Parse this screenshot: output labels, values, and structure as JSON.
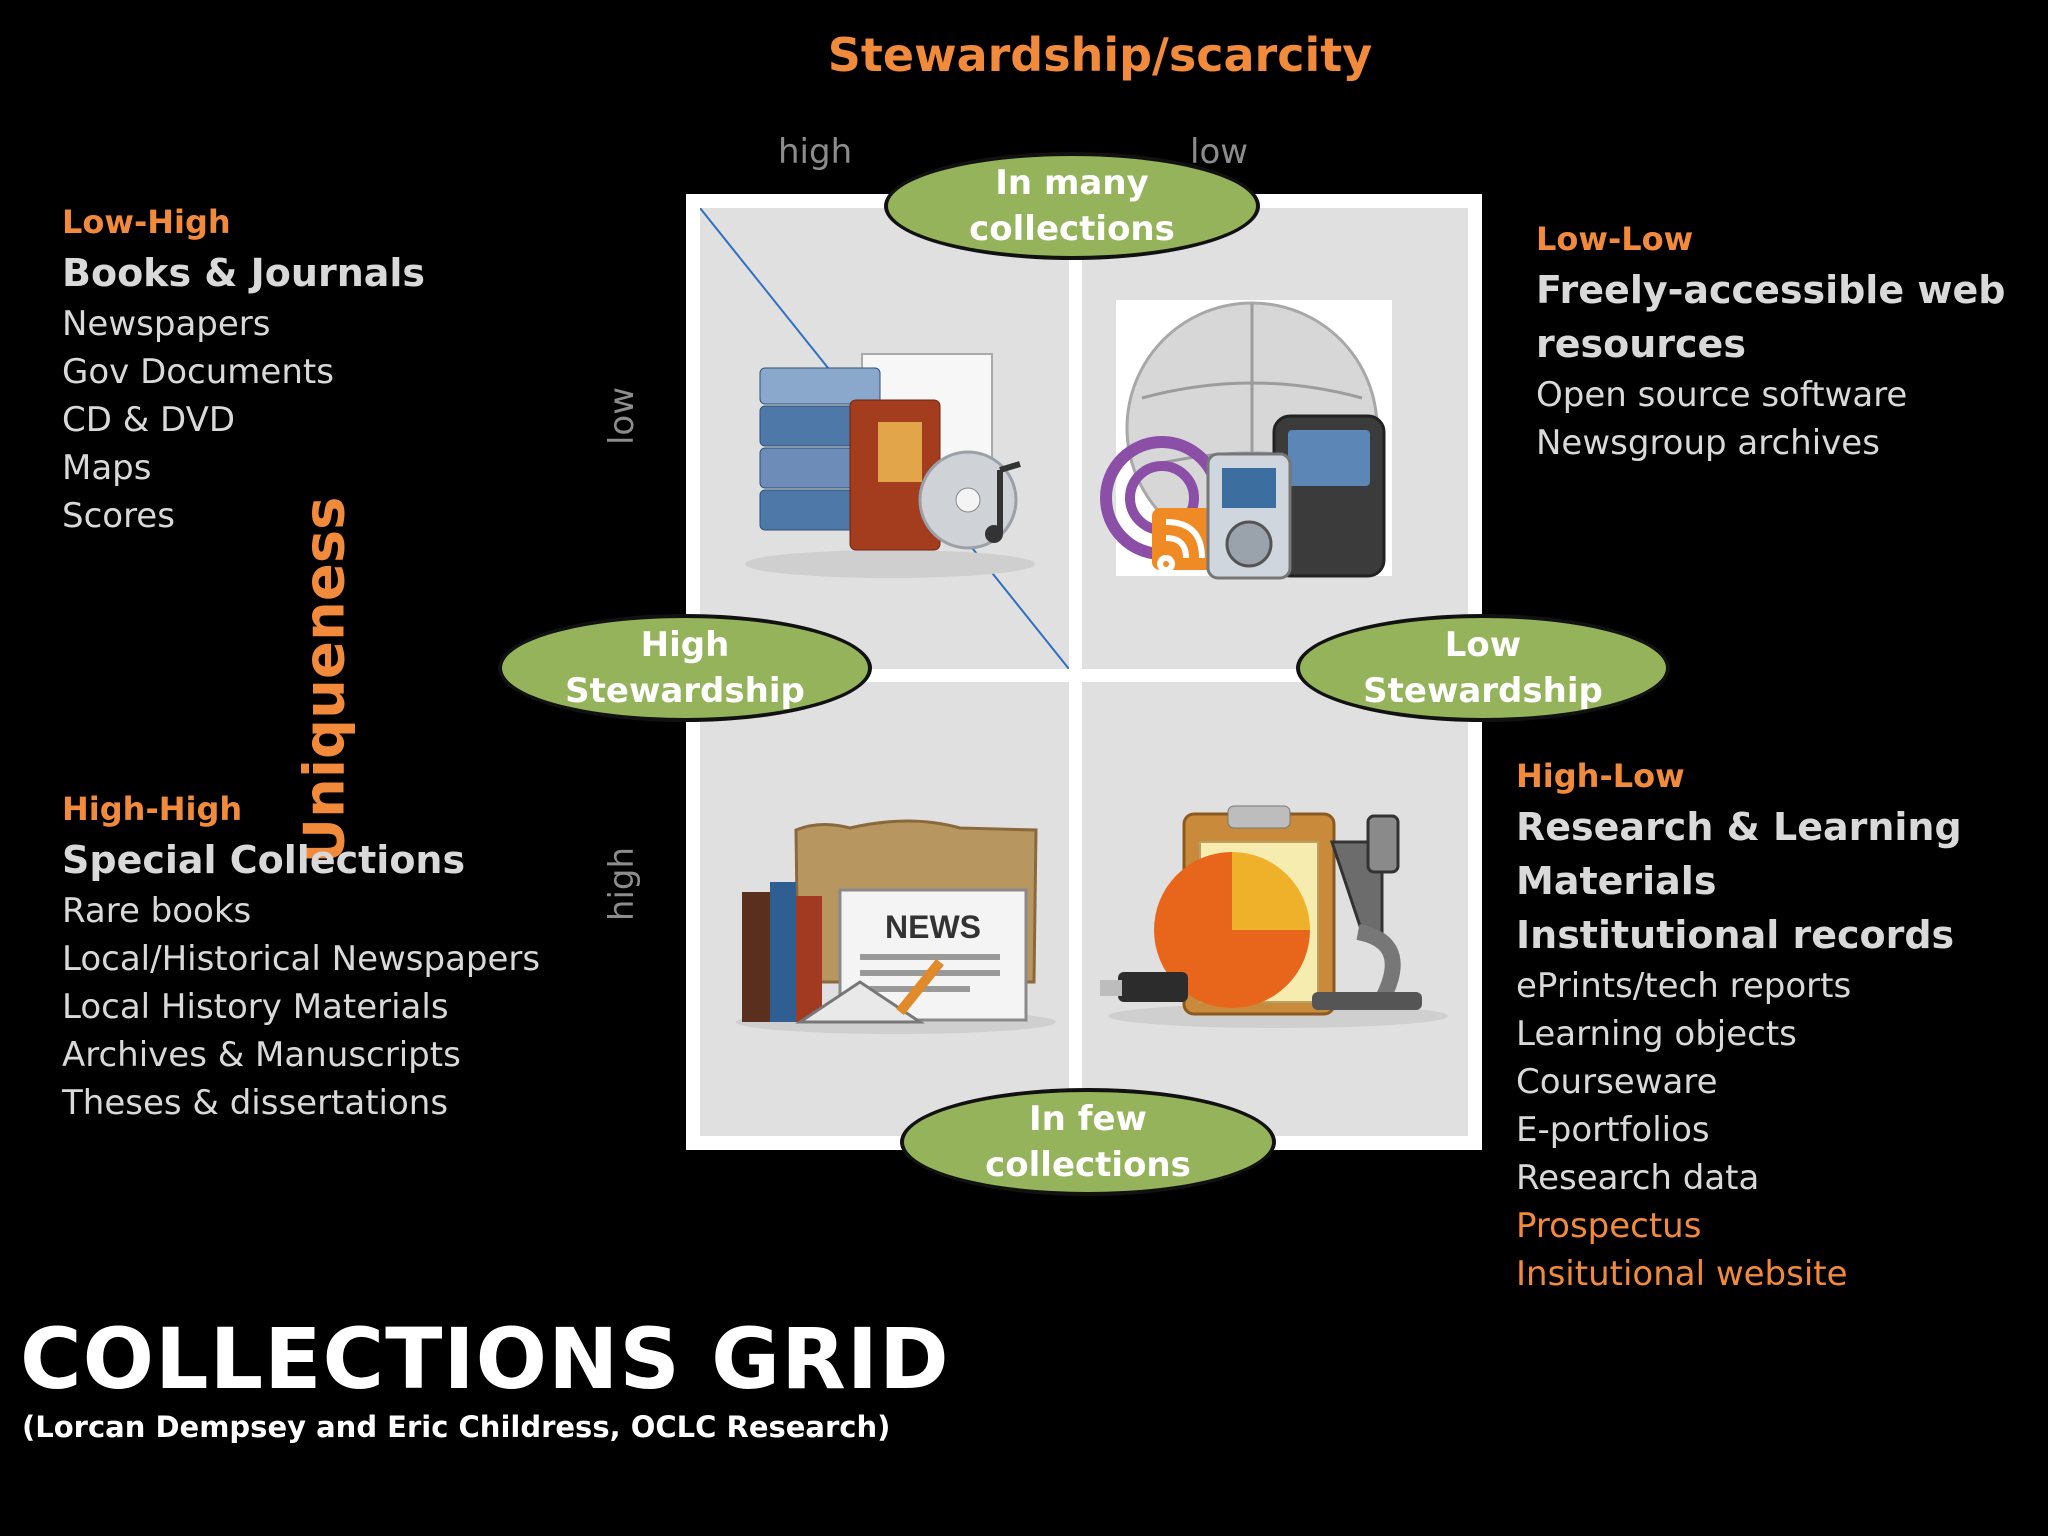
{
  "header": {
    "axis_title": "Stewardship/scarcity",
    "left_label": "high",
    "right_label": "low"
  },
  "side": {
    "axis_title": "Uniqueness",
    "top_label": "low",
    "bottom_label": "high"
  },
  "ovals": {
    "top": [
      "In many",
      "collections"
    ],
    "bottom": [
      "In few",
      "collections"
    ],
    "left": [
      "High",
      "Stewardship"
    ],
    "right": [
      "Low",
      "Stewardship"
    ]
  },
  "low_high": {
    "heading": "Low-High",
    "main": "Books & Journals",
    "items": [
      "Newspapers",
      "Gov Documents",
      "CD & DVD",
      "Maps",
      "Scores"
    ]
  },
  "high_high": {
    "heading": "High-High",
    "main": "Special  Collections",
    "items": [
      "Rare books",
      "Local/Historical Newspapers",
      "Local History Materials",
      "Archives & Manuscripts",
      "Theses & dissertations"
    ]
  },
  "low_low": {
    "heading": "Low-Low",
    "main": [
      "Freely-accessible web",
      "resources"
    ],
    "items": [
      "Open source software",
      "Newsgroup archives"
    ]
  },
  "high_low": {
    "heading": "High-Low",
    "main": [
      "Research & Learning",
      "Materials",
      "Institutional records"
    ],
    "items": [
      "ePrints/tech reports",
      "Learning objects",
      "Courseware",
      "E-portfolios",
      "Research data"
    ],
    "highlight_items": [
      "Prospectus",
      "Insitutional website"
    ]
  },
  "news_sign": "NEWS",
  "footer": {
    "title": "COLLECTIONS GRID",
    "subtitle": "(Lorcan Dempsey and Eric Childress, OCLC Research)"
  },
  "colors": {
    "accent": "#f28a3c",
    "oval": "#94b35a",
    "background": "#000000"
  }
}
